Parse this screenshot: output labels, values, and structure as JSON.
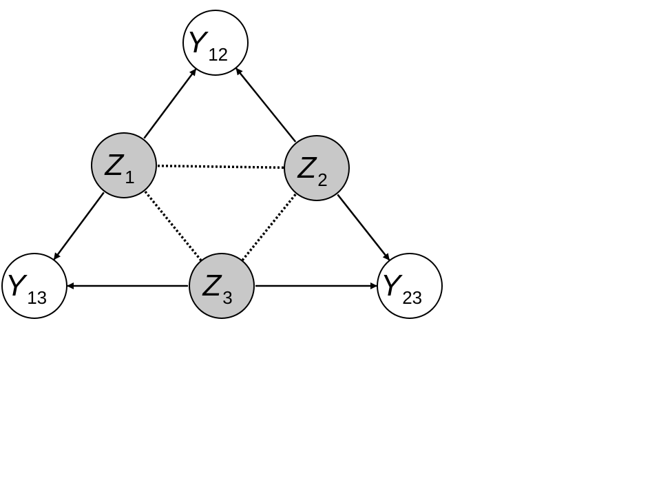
{
  "nodes": [
    {
      "id": "Y12",
      "main": "Y",
      "sub": "12",
      "fill": "#ffffff"
    },
    {
      "id": "Z1",
      "main": "Z",
      "sub": "1",
      "fill": "#c8c8c8"
    },
    {
      "id": "Z2",
      "main": "Z",
      "sub": "2",
      "fill": "#c8c8c8"
    },
    {
      "id": "Z3",
      "main": "Z",
      "sub": "3",
      "fill": "#c8c8c8"
    },
    {
      "id": "Y13",
      "main": "Y",
      "sub": "13",
      "fill": "#ffffff"
    },
    {
      "id": "Y23",
      "main": "Y",
      "sub": "23",
      "fill": "#ffffff"
    }
  ],
  "edges": [
    {
      "from": "Z1",
      "to": "Y12",
      "style": "arrow"
    },
    {
      "from": "Z2",
      "to": "Y12",
      "style": "arrow"
    },
    {
      "from": "Z1",
      "to": "Y13",
      "style": "arrow"
    },
    {
      "from": "Z3",
      "to": "Y13",
      "style": "arrow"
    },
    {
      "from": "Z2",
      "to": "Y23",
      "style": "arrow"
    },
    {
      "from": "Z3",
      "to": "Y23",
      "style": "arrow"
    },
    {
      "from": "Z1",
      "to": "Z2",
      "style": "dotted"
    },
    {
      "from": "Z1",
      "to": "Z3",
      "style": "dotted"
    },
    {
      "from": "Z2",
      "to": "Z3",
      "style": "dotted"
    }
  ],
  "colors": {
    "stroke": "#000000",
    "latent_fill": "#c8c8c8",
    "observed_fill": "#ffffff"
  }
}
